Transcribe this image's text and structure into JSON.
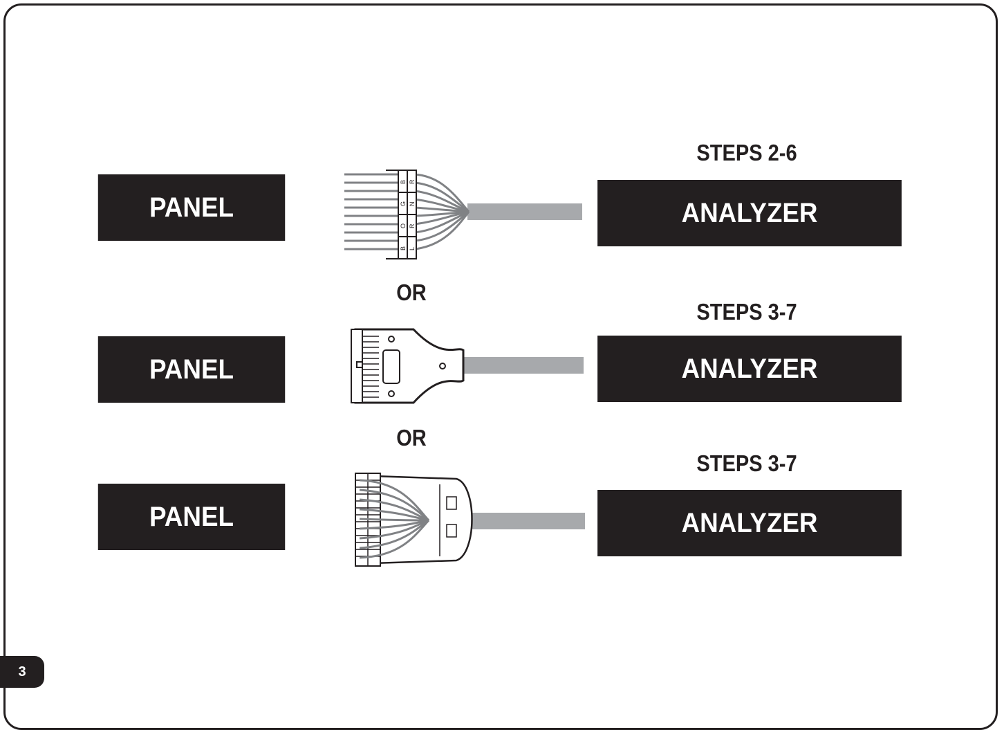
{
  "rows": [
    {
      "panel_label": "PANEL",
      "analyzer_label": "ANALYZER",
      "steps_label": "STEPS 2-6",
      "pin_labels": [
        "B",
        "R",
        "G",
        "N",
        "O",
        "R",
        "B",
        "L"
      ]
    },
    {
      "panel_label": "PANEL",
      "analyzer_label": "ANALYZER",
      "steps_label": "STEPS 3-7"
    },
    {
      "panel_label": "PANEL",
      "analyzer_label": "ANALYZER",
      "steps_label": "STEPS 3-7"
    }
  ],
  "separators": [
    "OR",
    "OR"
  ],
  "page_number": "3",
  "colors": {
    "box_fill": "#231f20",
    "cable_gray": "#a7a9ac",
    "wire_gray": "#808285"
  }
}
